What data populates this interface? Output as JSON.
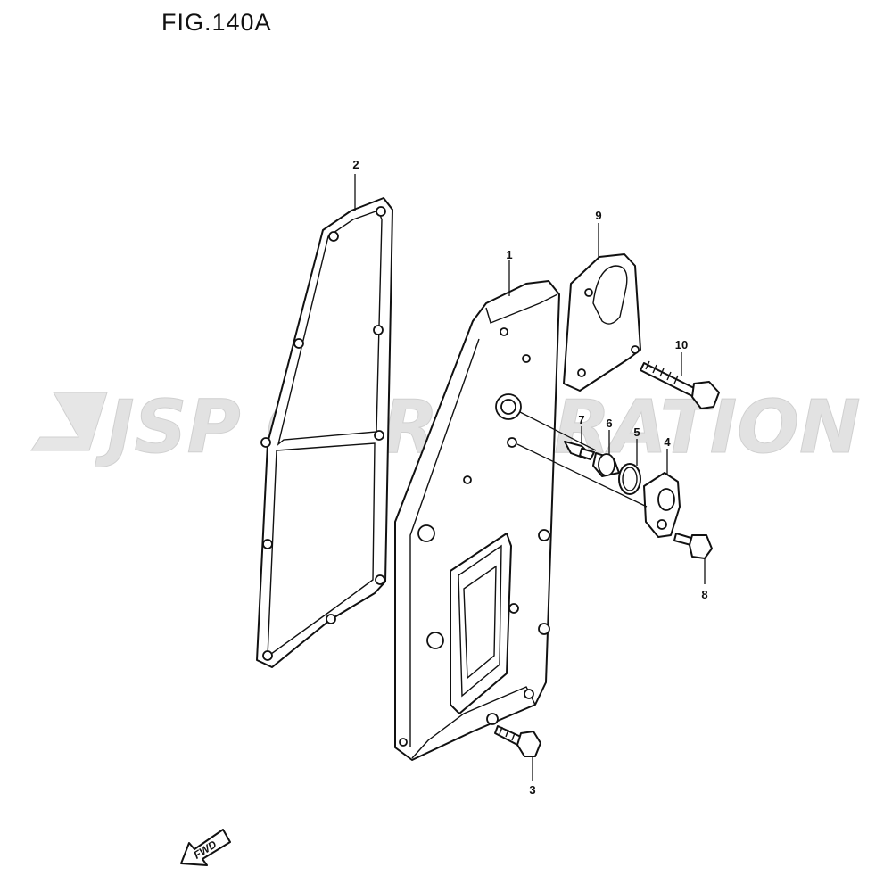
{
  "figure": {
    "title": "FIG.140A"
  },
  "watermark": {
    "text": "JSP CORPORATION"
  },
  "callouts": [
    {
      "id": "1",
      "label": "1"
    },
    {
      "id": "2",
      "label": "2"
    },
    {
      "id": "3",
      "label": "3"
    },
    {
      "id": "4",
      "label": "4"
    },
    {
      "id": "5",
      "label": "5"
    },
    {
      "id": "6",
      "label": "6"
    },
    {
      "id": "7",
      "label": "7"
    },
    {
      "id": "8",
      "label": "8"
    },
    {
      "id": "9",
      "label": "9"
    },
    {
      "id": "10",
      "label": "10"
    }
  ],
  "direction_arrow": {
    "label": "FWD"
  }
}
